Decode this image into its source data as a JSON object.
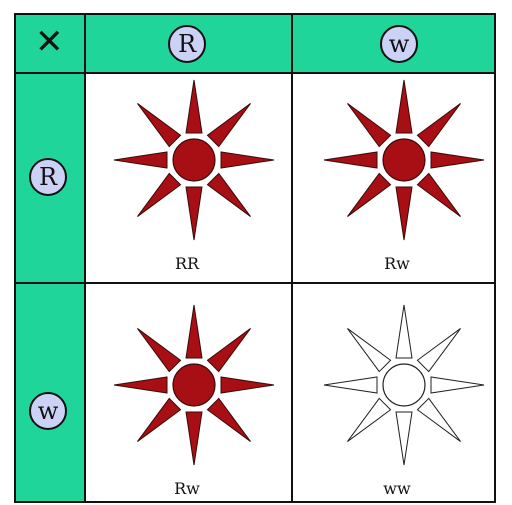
{
  "corner_symbol": "✕",
  "columns": [
    "R",
    "w"
  ],
  "rows": [
    "R",
    "w"
  ],
  "cells": [
    {
      "genotype": "RR",
      "flower": "red"
    },
    {
      "genotype": "Rw",
      "flower": "red"
    },
    {
      "genotype": "Rw",
      "flower": "red"
    },
    {
      "genotype": "ww",
      "flower": "white"
    }
  ],
  "colors": {
    "header": "#1fd59a",
    "allele_circle": "#cbd2f6",
    "red_flower": "#a80f14",
    "white_flower": "#ffffff",
    "grid_line": "#111111"
  }
}
